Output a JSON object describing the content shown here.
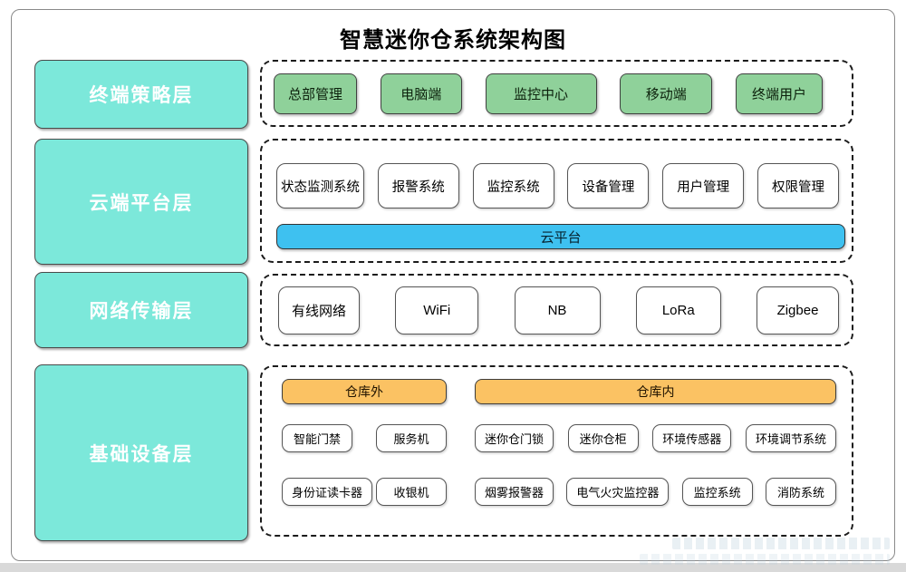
{
  "title": "智慧迷你仓系统架构图",
  "colors": {
    "layer_label_bg": "#7ce8da",
    "terminal_node_bg": "#8fd19a",
    "cloud_bar_bg": "#3ec1f0",
    "zone_bar_bg": "#fbc263"
  },
  "layers": [
    {
      "label": "终端策略层",
      "items": [
        "总部管理",
        "电脑端",
        "监控中心",
        "移动端",
        "终端用户"
      ]
    },
    {
      "label": "云端平台层",
      "items": [
        "状态监测系统",
        "报警系统",
        "监控系统",
        "设备管理",
        "用户管理",
        "权限管理"
      ],
      "bar": "云平台"
    },
    {
      "label": "网络传输层",
      "items": [
        "有线网络",
        "WiFi",
        "NB",
        "LoRa",
        "Zigbee"
      ]
    },
    {
      "label": "基础设备层",
      "zones": [
        "仓库外",
        "仓库内"
      ],
      "row1_outside": [
        "智能门禁",
        "服务机"
      ],
      "row1_inside": [
        "迷你仓门锁",
        "迷你仓柜",
        "环境传感器",
        "环境调节系统"
      ],
      "row2_outside": [
        "身份证读卡器",
        "收银机"
      ],
      "row2_inside": [
        "烟雾报警器",
        "电气火灾监控器",
        "监控系统",
        "消防系统"
      ]
    }
  ]
}
